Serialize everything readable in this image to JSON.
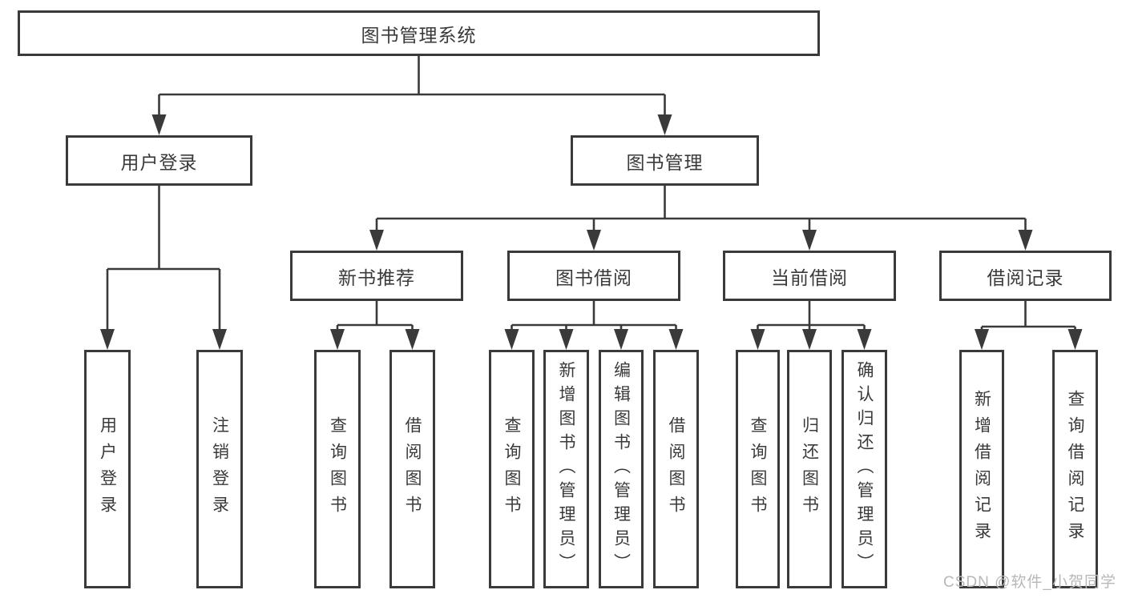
{
  "diagram": {
    "title": "图书管理系统",
    "tree": {
      "label": "图书管理系统",
      "children": [
        {
          "label": "用户登录",
          "children": [
            {
              "label": "用户登录"
            },
            {
              "label": "注销登录"
            }
          ]
        },
        {
          "label": "图书管理",
          "children": [
            {
              "label": "新书推荐",
              "children": [
                {
                  "label": "查询图书"
                },
                {
                  "label": "借阅图书"
                }
              ]
            },
            {
              "label": "图书借阅",
              "children": [
                {
                  "label": "查询图书"
                },
                {
                  "label": "新增图书（管理员）"
                },
                {
                  "label": "编辑图书（管理员）"
                },
                {
                  "label": "借阅图书"
                }
              ]
            },
            {
              "label": "当前借阅",
              "children": [
                {
                  "label": "查询图书"
                },
                {
                  "label": "归还图书"
                },
                {
                  "label": "确认归还（管理员）"
                }
              ]
            },
            {
              "label": "借阅记录",
              "children": [
                {
                  "label": "新增借阅记录"
                },
                {
                  "label": "查询借阅记录"
                }
              ]
            }
          ]
        }
      ]
    },
    "watermark": "CSDN @软件_小贺同学",
    "colors": {
      "line": "#3a3a3a",
      "box_border": "#3a3a3a",
      "text": "#3a3a3a",
      "watermark": "#b8b8b8",
      "background": "#ffffff"
    }
  }
}
